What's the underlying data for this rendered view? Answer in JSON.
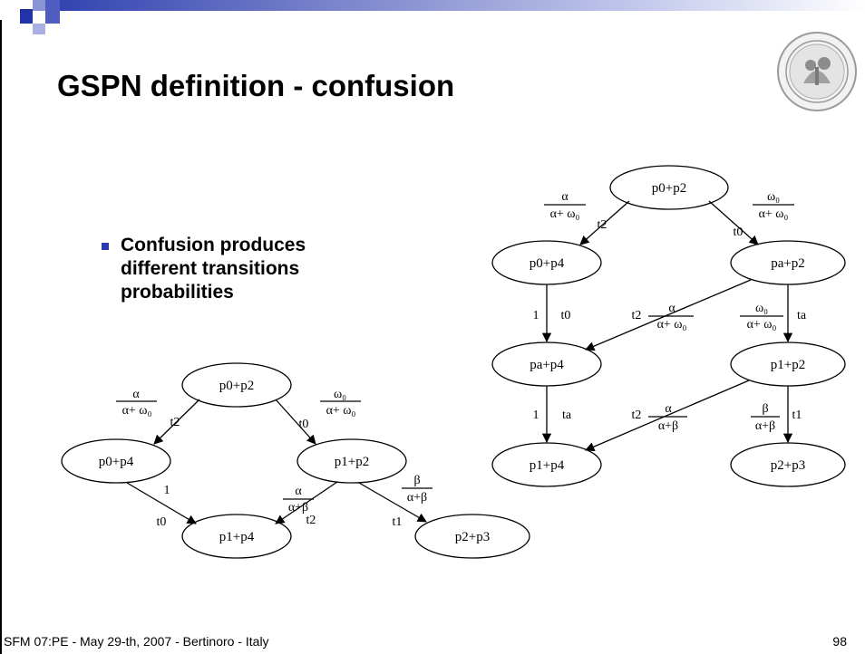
{
  "slide": {
    "title": "GSPN definition - confusion",
    "bullet": "Confusion produces different transitions probabilities",
    "footer_left": "SFM 07:PE - May 29-th, 2007 - Bertinoro - Italy",
    "page_number": "98",
    "colors": {
      "accent_dark": "#1f2f9a",
      "accent_light": "#c9ceef"
    }
  },
  "left_graph": {
    "nodes": {
      "top": "p0+p2",
      "mid_left": "p0+p4",
      "mid_right": "p1+p2",
      "bottom_left": "p1+p4",
      "bottom_right": "p2+p3"
    },
    "edges": {
      "e1_num": "α",
      "e1_den": "α+ ω₀",
      "e1_trans": "t2",
      "e2_num": "ω₀",
      "e2_den": "α+ ω₀",
      "e2_trans": "t0",
      "e3_prob": "1",
      "e3_trans": "t0",
      "e4_num": "α",
      "e4_den": "α+β",
      "e4_trans": "t2",
      "e5_num": "β",
      "e5_den": "α+β",
      "e5_trans": "t1"
    }
  },
  "right_graph": {
    "nodes": {
      "top": "p0+p2",
      "r1_left": "p0+p4",
      "r1_right": "pa+p2",
      "r2_left": "pa+p4",
      "r2_right": "p1+p2",
      "r3_left": "p1+p4",
      "r3_right": "p2+p3"
    },
    "edges": {
      "e1_num": "α",
      "e1_den": "α+ ω₀",
      "e1_trans": "t2",
      "e2_num": "ω₀",
      "e2_den": "α+ ω₀",
      "e2_trans": "t0",
      "e3_prob": "1",
      "e3_trans": "t0",
      "e4_num": "α",
      "e4_den": "α+ ω₀",
      "e4_trans": "t2",
      "e5_num": "ω₀",
      "e5_den": "α+ ω₀",
      "e5_trans": "ta",
      "e6_prob": "1",
      "e6_trans": "ta",
      "e7_num": "α",
      "e7_den": "α+β",
      "e7_trans": "t2",
      "e8_num": "β",
      "e8_den": "α+β",
      "e8_trans": "t1"
    }
  }
}
